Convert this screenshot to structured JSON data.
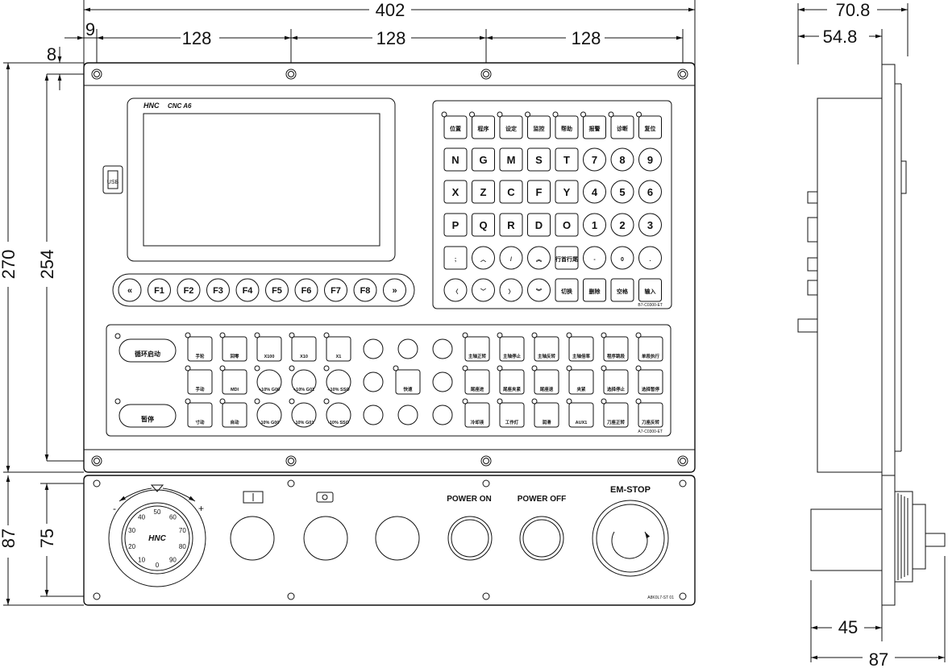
{
  "dimensions": {
    "total_width": "402",
    "edge_offset": "9",
    "pitch_1": "128",
    "pitch_2": "128",
    "pitch_3": "128",
    "top_offset": "8",
    "total_height": "270",
    "hole_height": "254",
    "lower_height": "87",
    "lower_hole_height": "75",
    "side_depth": "70.8",
    "side_face": "54.8",
    "bottom_depth_1": "45",
    "bottom_depth_2": "87"
  },
  "screen": {
    "brand": "HNC",
    "model": "CNC A6",
    "usb_label": "USB"
  },
  "fkeys": [
    "«",
    "F1",
    "F2",
    "F3",
    "F4",
    "F5",
    "F6",
    "F7",
    "F8",
    "»"
  ],
  "keypad": {
    "row1": [
      "位置",
      "程序",
      "设定",
      "监控",
      "帮助",
      "报警",
      "诊断",
      "复位"
    ],
    "row2": [
      "N",
      "G",
      "M",
      "S",
      "T",
      "7",
      "8",
      "9"
    ],
    "row3": [
      "X",
      "Z",
      "C",
      "F",
      "Y",
      "4",
      "5",
      "6"
    ],
    "row4": [
      "P",
      "Q",
      "R",
      "D",
      "O",
      "1",
      "2",
      "3"
    ],
    "row5": [
      ";",
      "︿",
      "/",
      "︽",
      "行首行尾",
      "-",
      "0",
      "."
    ],
    "row6": [
      "〈",
      "﹀",
      "〉",
      "︾",
      "切换",
      "删除",
      "空格",
      "输入"
    ],
    "code": "B7-C0300-ET"
  },
  "machine_panel": {
    "row1": [
      "手轮",
      "回零",
      "X100",
      "X10",
      "X1",
      "",
      "",
      "",
      "主轴正转",
      "主轴停止",
      "主轴反转",
      "主轴倍率",
      "程序跳段",
      "单段执行"
    ],
    "row2": [
      "手动",
      "MDI",
      "+10% G00",
      "+10% G01",
      "+10% SSO",
      "",
      "快速",
      "",
      "尾座进",
      "尾座夹紧",
      "尾座退",
      "夹紧",
      "选择停止",
      "选择暂停"
    ],
    "row3": [
      "寸动",
      "自动",
      "-10% G00",
      "-10% G01",
      "-10% SSO",
      "",
      "",
      "",
      "冷却液",
      "工作灯",
      "润滑",
      "AUX1",
      "刀座正转",
      "刀座反转"
    ],
    "side_top": "循环启动",
    "side_bottom": "暂停",
    "code": "A7-C0300-ET"
  },
  "lower_panel": {
    "minus": "-",
    "plus": "+",
    "dial_ticks": [
      "0",
      "10",
      "20",
      "30",
      "40",
      "50",
      "60",
      "70",
      "80",
      "90"
    ],
    "dial_brand": "HNC",
    "power_on": "POWER ON",
    "power_off": "POWER OFF",
    "em_stop": "EM-STOP",
    "code": "A8K0L7-ST 01"
  }
}
